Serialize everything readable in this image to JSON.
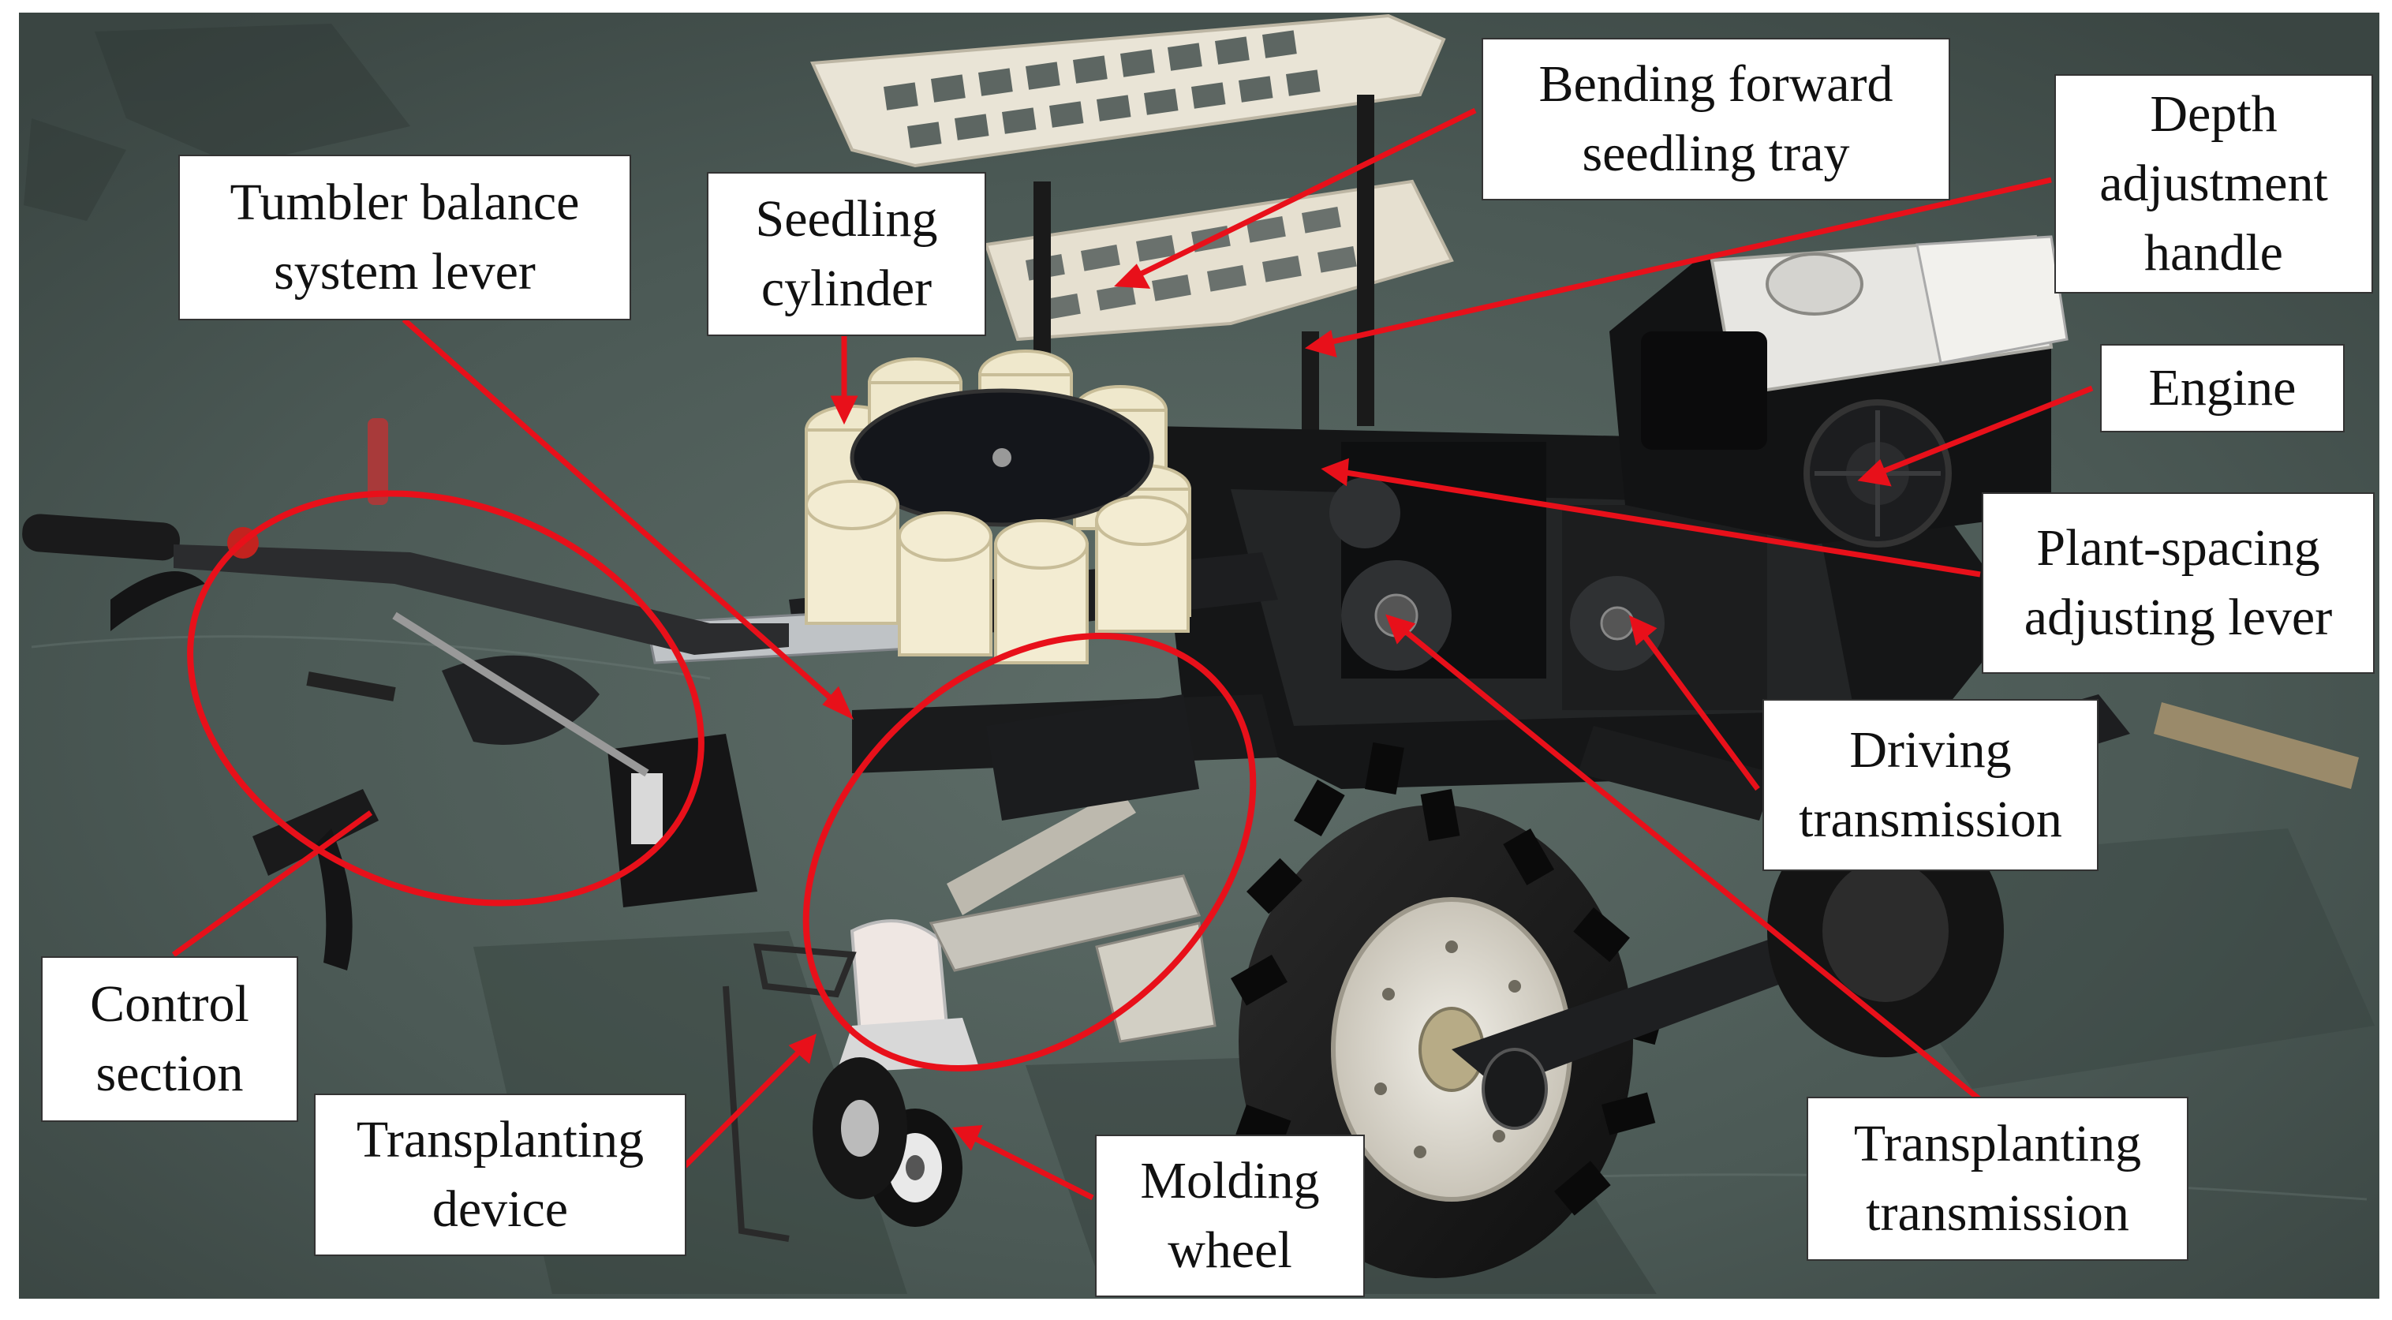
{
  "figure": {
    "description_colors": {
      "leader": "#e8101a",
      "outline": "#e8101a",
      "box_border": "#333333",
      "floor": "#4c5a56",
      "frame": "#1b1c1e"
    },
    "labels": {
      "tumbler_balance_lever": "Tumbler balance\nsystem lever",
      "seedling_cylinder": "Seedling\ncylinder",
      "bending_forward_tray": "Bending forward\nseedling tray",
      "depth_adjustment_handle": "Depth\nadjustment\nhandle",
      "engine": "Engine",
      "plant_spacing_lever": "Plant-spacing\nadjusting lever",
      "driving_transmission": "Driving\ntransmission",
      "transplanting_transmission": "Transplanting\ntransmission",
      "molding_wheel": "Molding\nwheel",
      "transplanting_device": "Transplanting\ndevice",
      "control_section": "Control\nsection"
    }
  }
}
